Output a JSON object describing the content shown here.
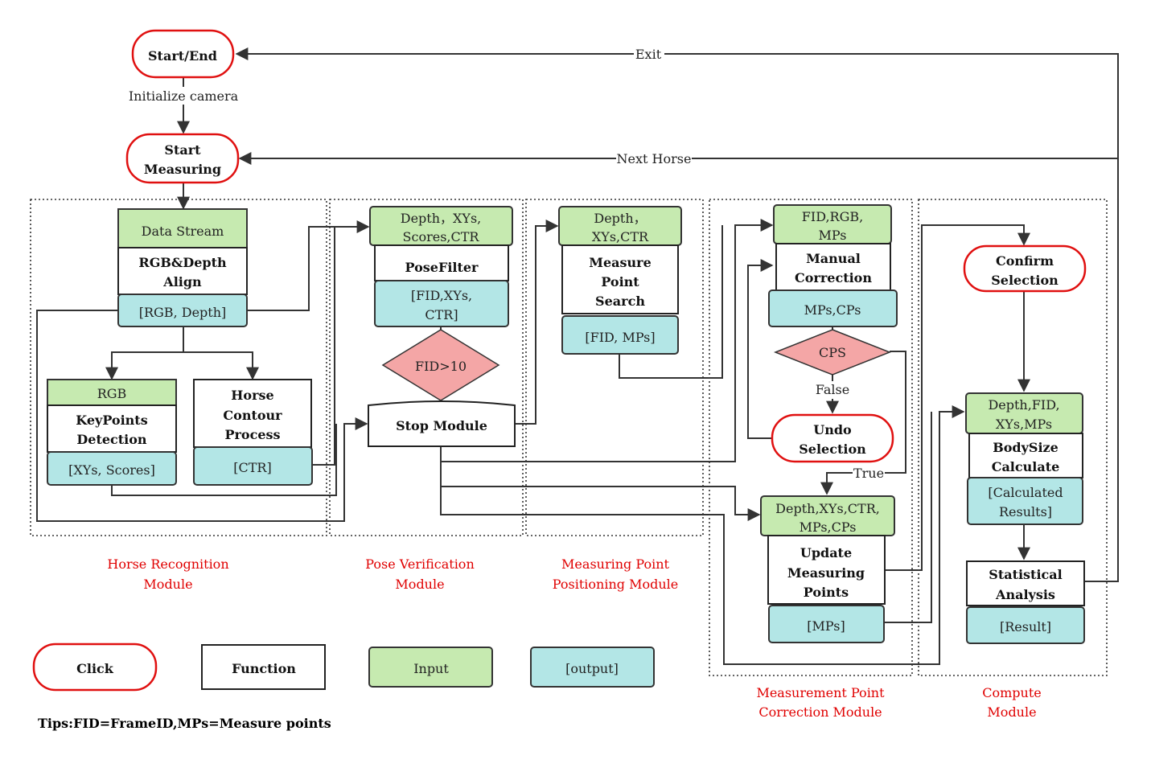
{
  "nodes": {
    "start_end": "Start/End",
    "init_camera": "Initialize camera",
    "start_measuring": [
      "Start",
      "Measuring"
    ],
    "exit": "Exit",
    "next_horse": "Next Horse",
    "data_stream": "Data Stream",
    "rgb_depth_align": [
      "RGB&Depth",
      "Align"
    ],
    "rgb_depth_out": "[RGB, Depth]",
    "rgb_in": "RGB",
    "keypoints": [
      "KeyPoints",
      "Detection"
    ],
    "xys_scores": "[XYs, Scores]",
    "horse_contour": [
      "Horse",
      "Contour",
      "Process"
    ],
    "ctr_out": "[CTR]",
    "pose_in": [
      "Depth，XYs,",
      "Scores,CTR"
    ],
    "posefilter": "PoseFilter",
    "pose_out": [
      "[FID,XYs,",
      "CTR]"
    ],
    "fid_cond": "FID>10",
    "stop_module": "Stop Module",
    "mps_in": [
      "Depth，",
      "XYs,CTR"
    ],
    "mps_fn": [
      "Measure",
      "Point",
      "Search"
    ],
    "mps_out": "[FID, MPs]",
    "manual_in": [
      "FID,RGB,",
      "MPs"
    ],
    "manual_fn": [
      "Manual",
      "Correction"
    ],
    "manual_out": "MPs,CPs",
    "cps_cond": "CPS",
    "false_label": "False",
    "true_label": "True",
    "undo": [
      "Undo",
      "Selection"
    ],
    "update_in": [
      "Depth,XYs,CTR,",
      "MPs,CPs"
    ],
    "update_fn": [
      "Update",
      "Measuring",
      "Points"
    ],
    "update_out": "[MPs]",
    "confirm": [
      "Confirm",
      "Selection"
    ],
    "body_in": [
      "Depth,FID,",
      "XYs,MPs"
    ],
    "body_fn": [
      "BodySize",
      "Calculate"
    ],
    "body_out": [
      "[Calculated",
      "Results]"
    ],
    "stat_fn": [
      "Statistical",
      "Analysis"
    ],
    "stat_out": "[Result]"
  },
  "modules": {
    "horse_recognition": [
      "Horse Recognition",
      "Module"
    ],
    "pose_verification": [
      "Pose Verification",
      "Module"
    ],
    "measuring_point": [
      "Measuring Point",
      "Positioning Module"
    ],
    "correction": [
      "Measurement Point",
      "Correction Module"
    ],
    "compute": [
      "Compute",
      "Module"
    ]
  },
  "legend": {
    "click": "Click",
    "function": "Function",
    "input": "Input",
    "output": "[output]"
  },
  "tips": "Tips:FID=FrameID,MPs=Measure points",
  "colors": {
    "input": "#c6eab0",
    "output": "#b3e6e6",
    "click_border": "#e01010",
    "condition": "#f4a6a6",
    "module_label": "#e00000"
  }
}
